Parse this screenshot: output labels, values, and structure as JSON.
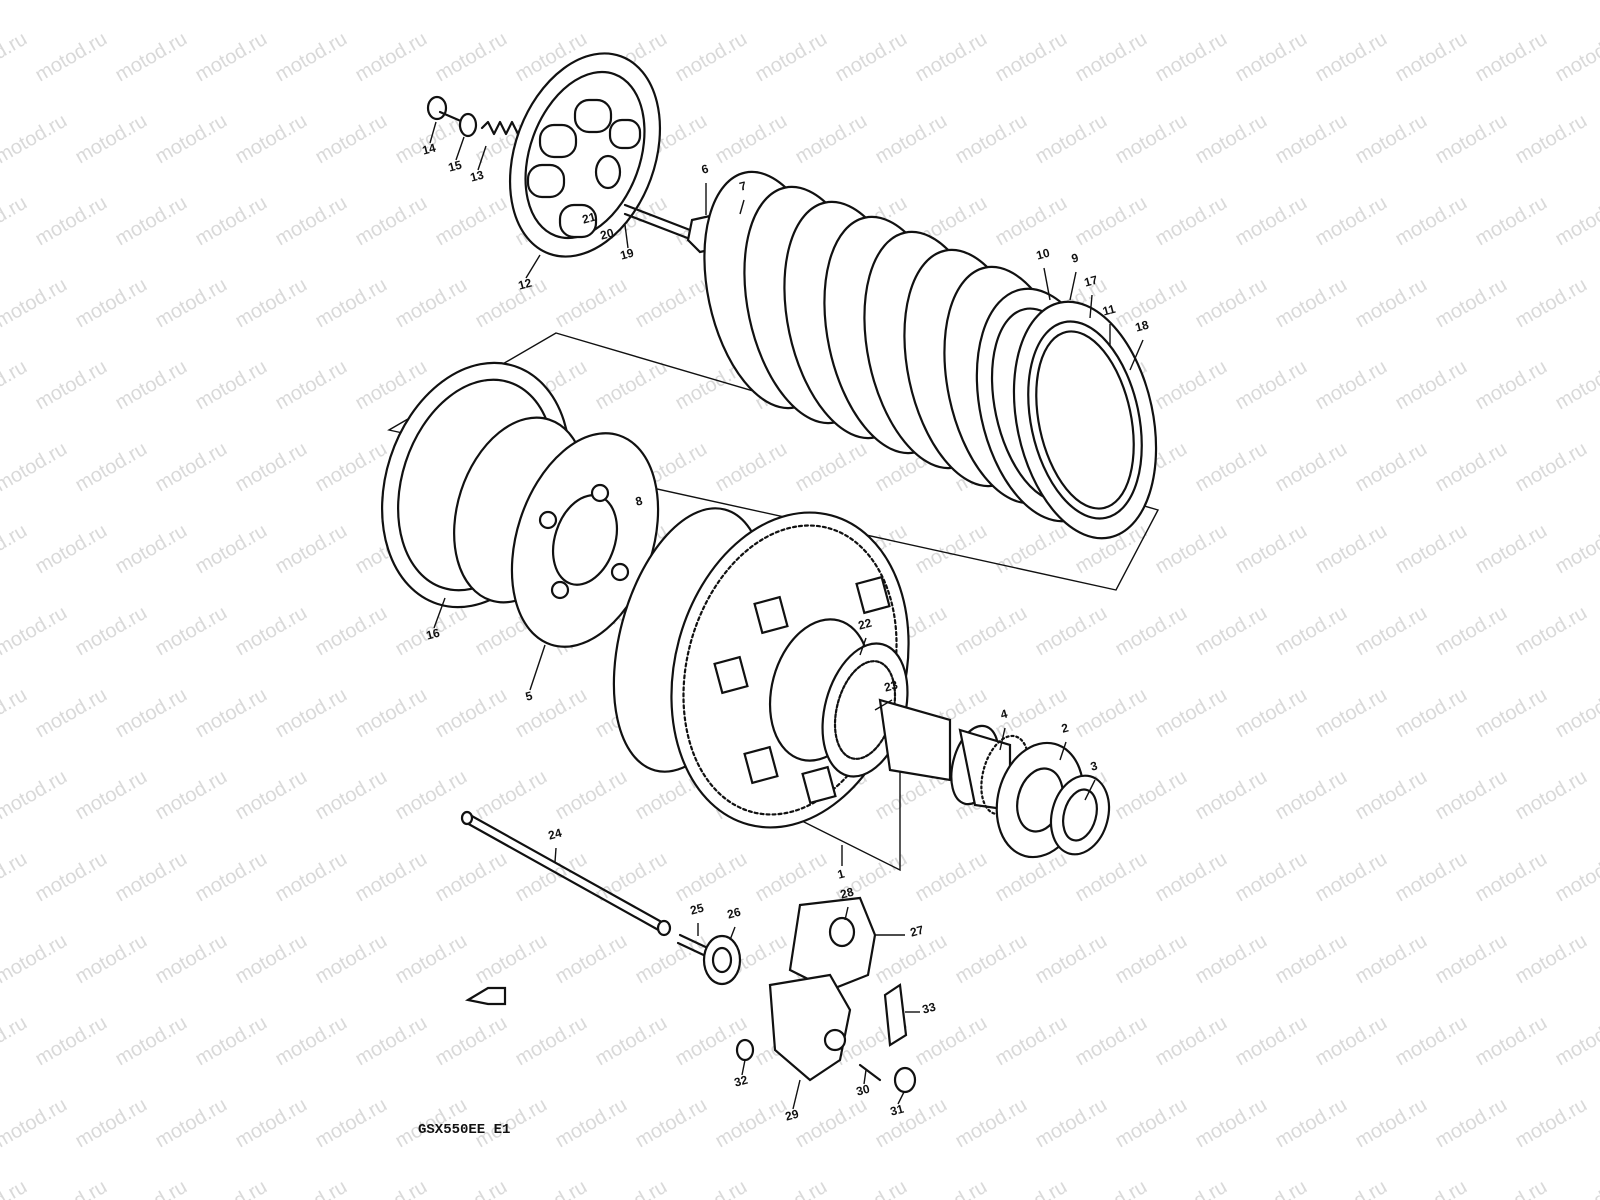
{
  "watermark": "motod.ru",
  "diagram_code": "GSX550EE E1",
  "callouts": [
    "1",
    "2",
    "3",
    "4",
    "5",
    "6",
    "7",
    "8",
    "9",
    "10",
    "11",
    "12",
    "13",
    "14",
    "15",
    "16",
    "17",
    "18",
    "19",
    "20",
    "21",
    "22",
    "23",
    "24",
    "25",
    "26",
    "27",
    "28",
    "29",
    "30",
    "31",
    "32",
    "33"
  ],
  "colors": {
    "ink": "#111111",
    "watermark": "#d9d9d9",
    "background": "#ffffff"
  }
}
